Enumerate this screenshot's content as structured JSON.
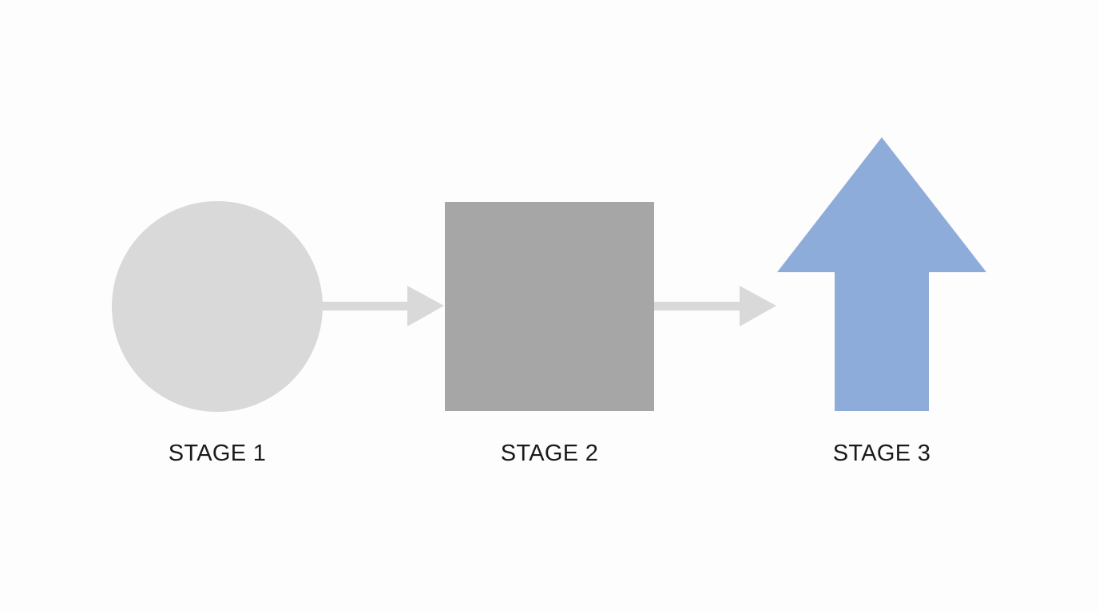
{
  "diagram": {
    "type": "process-flow",
    "stages": [
      {
        "label": "STAGE 1",
        "shape": "circle",
        "color": "#d9d9d9"
      },
      {
        "label": "STAGE 2",
        "shape": "square",
        "color": "#a6a6a6"
      },
      {
        "label": "STAGE 3",
        "shape": "up-arrow",
        "color": "#8eacd9"
      }
    ],
    "connectors": [
      {
        "from": "STAGE 1",
        "to": "STAGE 2",
        "color": "#d9d9d9"
      },
      {
        "from": "STAGE 2",
        "to": "STAGE 3",
        "color": "#d9d9d9"
      }
    ]
  }
}
